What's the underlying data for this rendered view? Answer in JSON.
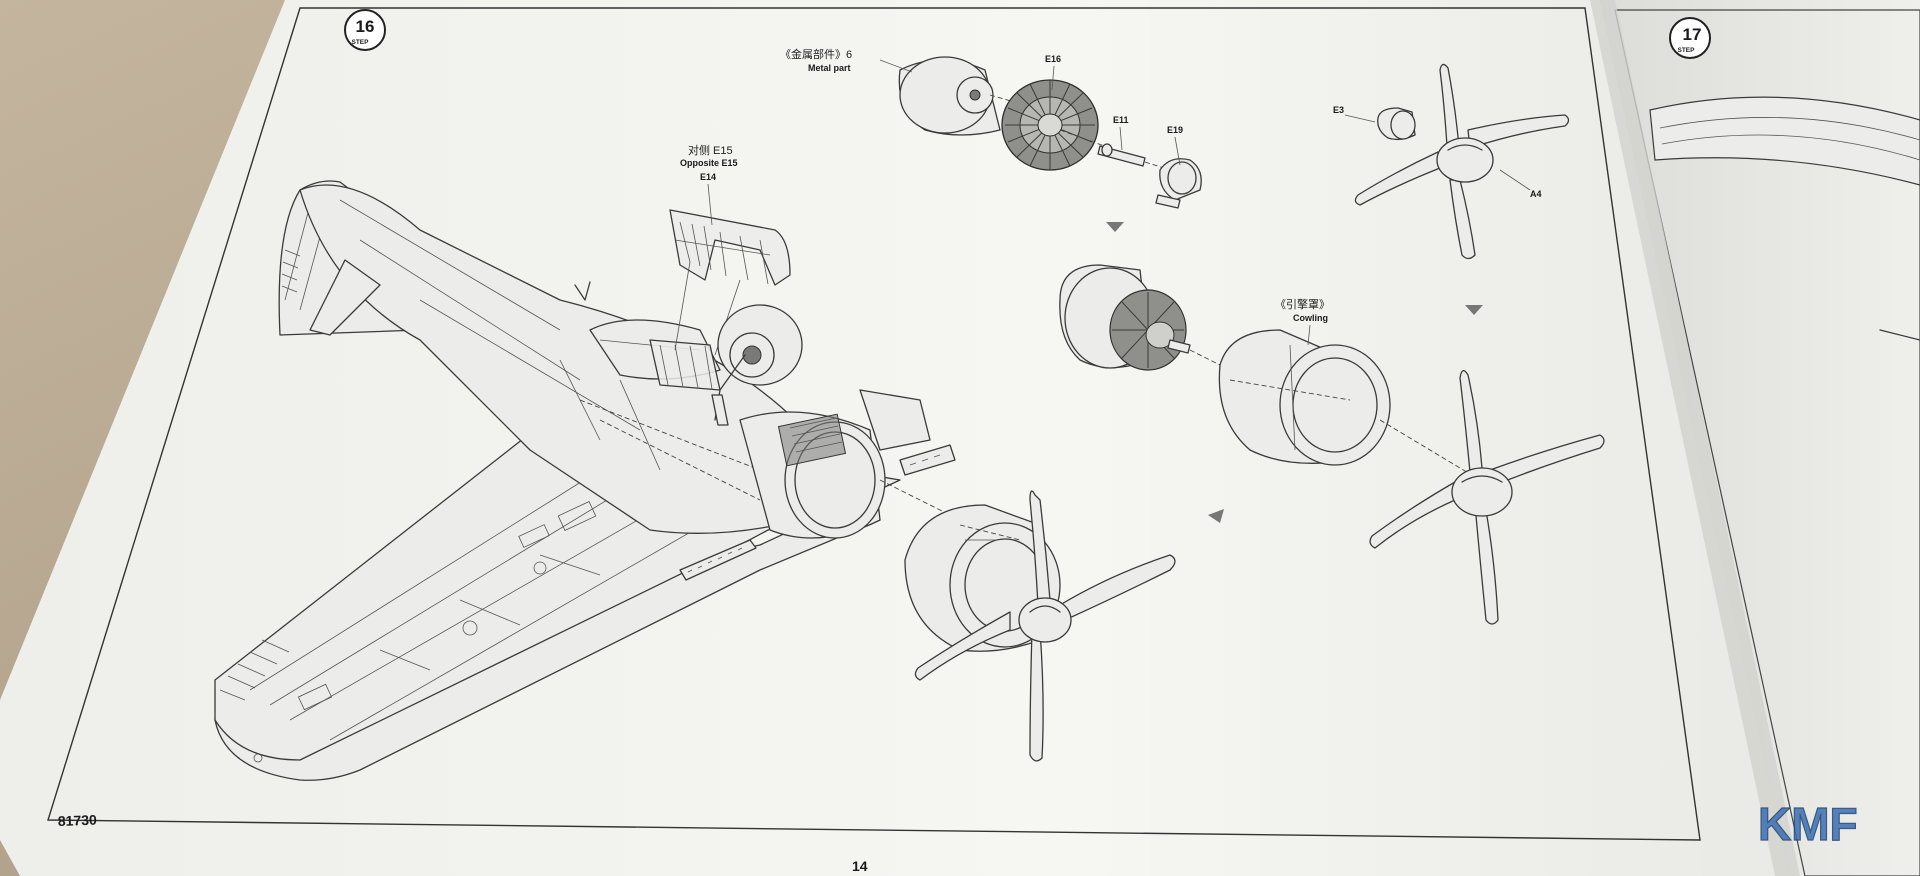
{
  "page": {
    "model_number": "81730",
    "page_number": "14",
    "watermark": "KMF"
  },
  "steps": [
    {
      "number": "16",
      "label": "STEP"
    },
    {
      "number": "17",
      "label": "STEP"
    }
  ],
  "callouts": {
    "metal_part_cn": "《金属部件》6",
    "metal_part_en": "Metal part",
    "e16": "E16",
    "e11": "E11",
    "e19": "E19",
    "e3": "E3",
    "a4": "A4",
    "opposite_cn": "对侧 E15",
    "opposite_en": "Opposite E15",
    "e14": "E14",
    "cowling_cn": "《引擎罩》",
    "cowling_en": "Cowling"
  },
  "colors": {
    "desk": "#b9ab96",
    "paper": "#f4f4f1",
    "line_art": "#3a3a3a"
  }
}
